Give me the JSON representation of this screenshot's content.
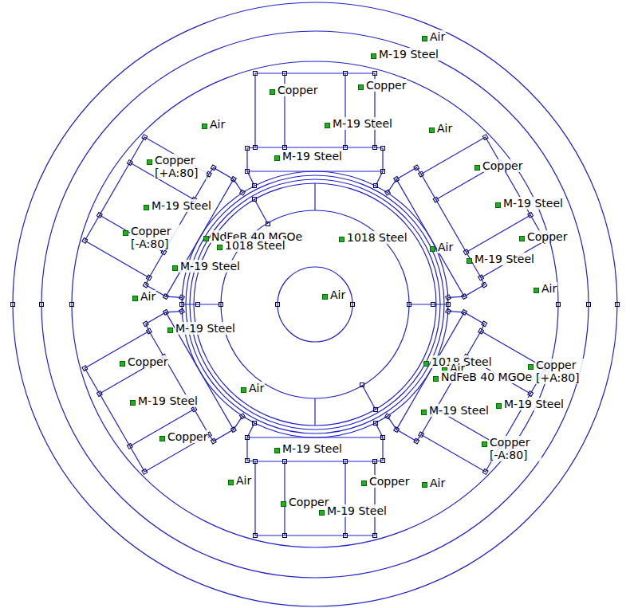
{
  "diagram": {
    "labels": [
      "Air",
      "M-19 Steel",
      "Copper",
      "Copper",
      "Air",
      "M-19 Steel",
      "Air",
      "M-19 Steel",
      "Copper [+A:80]",
      "Copper",
      "M-19 Steel",
      "M-19 Steel",
      "Copper [-A:80]",
      "Copper",
      "NdFeB 40 MGOe",
      "1018 Steel",
      "1018 Steel",
      "Air",
      "M-19 Steel",
      "M-19 Steel",
      "Air",
      "Air",
      "Air",
      "M-19 Steel",
      "1018 Steel",
      "Copper",
      "Air",
      "NdFeB 40 MGOe",
      "Copper [+A:80]",
      "Air",
      "M-19 Steel",
      "M-19 Steel",
      "M-19 Steel",
      "Copper",
      "Copper [-A:80]",
      "M-19 Steel",
      "Air",
      "Copper",
      "Air",
      "Copper",
      "M-19 Steel"
    ]
  }
}
